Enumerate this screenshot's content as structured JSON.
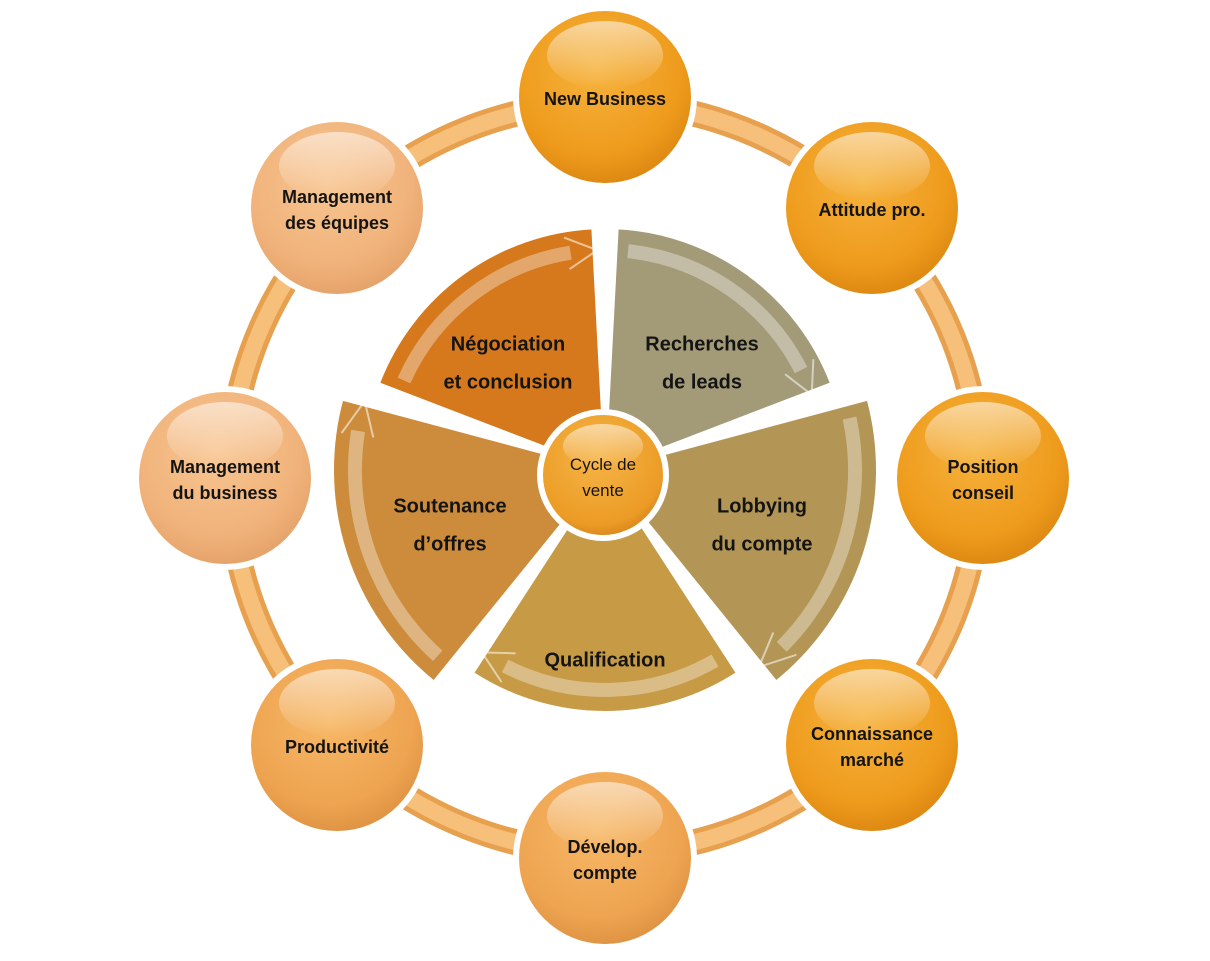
{
  "diagram": {
    "center": {
      "lines": [
        "Cycle de",
        "vente"
      ]
    },
    "sectors": [
      {
        "id": "negociation",
        "lines": [
          "Négociation",
          "et conclusion"
        ]
      },
      {
        "id": "recherches",
        "lines": [
          "Recherches",
          "de leads"
        ]
      },
      {
        "id": "lobbying",
        "lines": [
          "Lobbying",
          "du compte"
        ]
      },
      {
        "id": "qualification",
        "lines": [
          "Qualification"
        ]
      },
      {
        "id": "soutenance",
        "lines": [
          "Soutenance",
          "d’offres"
        ]
      }
    ],
    "nodes": [
      {
        "id": "new-business",
        "lines": [
          "New Business"
        ]
      },
      {
        "id": "attitude-pro",
        "lines": [
          "Attitude pro."
        ]
      },
      {
        "id": "position-conseil",
        "lines": [
          "Position",
          "conseil"
        ]
      },
      {
        "id": "connaissance-marche",
        "lines": [
          "Connaissance",
          "marché"
        ]
      },
      {
        "id": "develop-compte",
        "lines": [
          "Dévelop.",
          "compte"
        ]
      },
      {
        "id": "productivite",
        "lines": [
          "Productivité"
        ]
      },
      {
        "id": "management-business",
        "lines": [
          "Management",
          "du business"
        ]
      },
      {
        "id": "management-equipes",
        "lines": [
          "Management",
          "des équipes"
        ]
      }
    ],
    "colors": {
      "ring": "#f2b15c",
      "node_orange": "#f0a021",
      "node_light": "#f2b980",
      "sector_negociation": "#d6781c",
      "sector_recherches": "#a39a78",
      "sector_lobbying": "#b39656",
      "sector_qualification": "#c79a45",
      "sector_soutenance": "#cc8c3c",
      "center": "#eea52c"
    }
  }
}
